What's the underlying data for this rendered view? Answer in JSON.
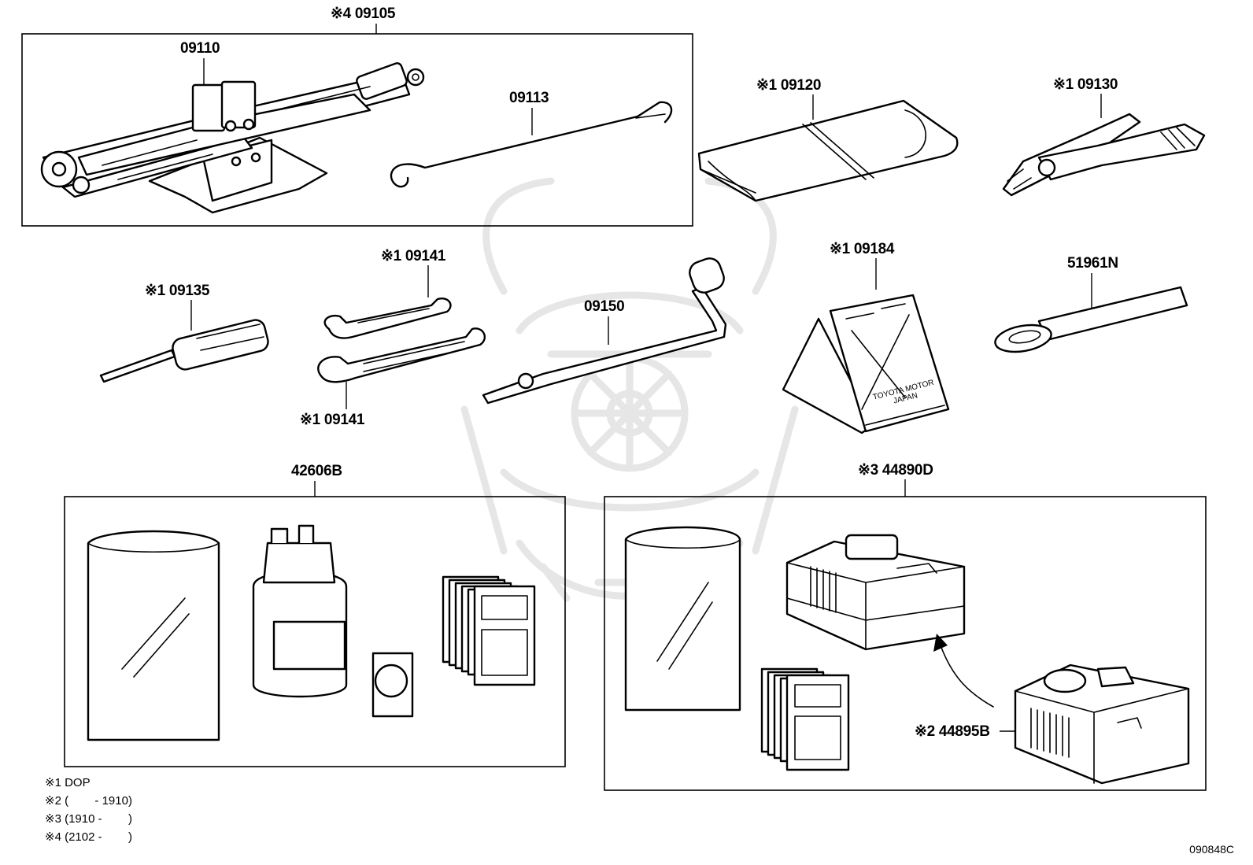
{
  "diagram": {
    "figure_code": "090848C",
    "labels": {
      "jack_assy": "※4 09105",
      "jack": "09110",
      "jack_handle": "09113",
      "tool_bag": "※1 09120",
      "pliers": "※1 09130",
      "screwdriver": "※1 09135",
      "wrench_upper": "※1 09141",
      "wrench_lower": "※1 09141",
      "wheel_wrench": "09150",
      "warning_plate": "※1 09184",
      "hook": "51961N",
      "repair_kit": "42606B",
      "compressor_kit": "※3 44890D",
      "compressor": "※2 44895B"
    },
    "plate_text": [
      "TOYOTA MOTOR",
      "JAPAN"
    ],
    "notes": [
      "※1 DOP",
      "※2 (        - 1910)",
      "※3 (1910 -        )",
      "※4 (2102 -        )"
    ]
  }
}
